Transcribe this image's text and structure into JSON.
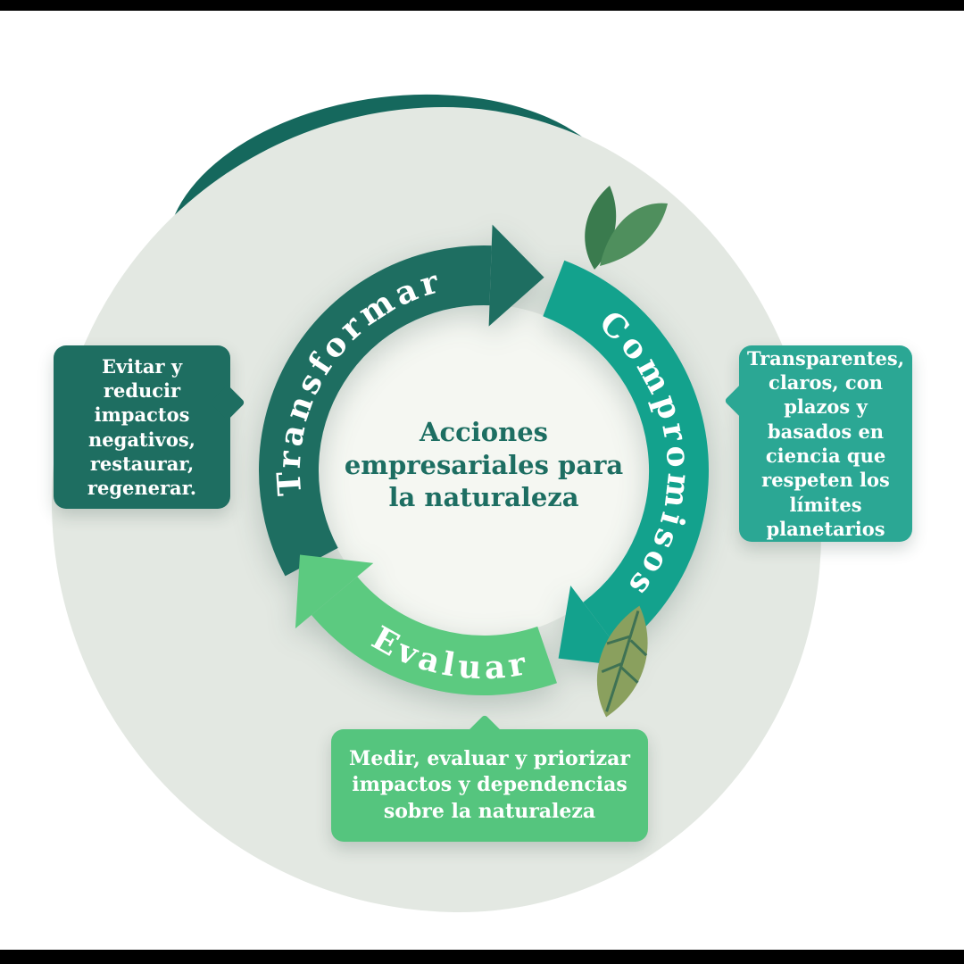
{
  "page": {
    "background_color": "#ffffff",
    "letterbox_color": "#000000"
  },
  "diagram": {
    "center_title": "Acciones empresariales para la naturaleza",
    "center_title_lines": [
      "Acciones",
      "empresariales para",
      "la naturaleza"
    ],
    "center_title_color": "#1d6e62"
  },
  "cycle": {
    "steps": [
      {
        "label": "Transformar",
        "color": "#1e6e61"
      },
      {
        "label": "Compromisos",
        "color": "#13a28d"
      },
      {
        "label": "Evaluar",
        "color": "#5cca80"
      }
    ]
  },
  "callouts": {
    "left": {
      "text": "Evitar y reducir impactos negativos, restaurar, regenerar.",
      "color": "#1e6e61"
    },
    "right": {
      "text": "Transparentes, claros, con plazos y basados en ciencia que respeten los límites planetarios",
      "color": "#2ba794"
    },
    "bottom": {
      "text": "Medir, evaluar y priorizar impactos y dependencias sobre la naturaleza",
      "color": "#55c57e"
    }
  },
  "decorations": {
    "background_blob_color": "#e3e8e2",
    "background_accent_color": "#15685d",
    "inner_circle_color": "#f5f7f2",
    "leaf_dark_color": "#3a7b4e",
    "leaf_mid_color": "#4f8f5d",
    "leaf_olive_color": "#8aa05e",
    "leaf_vein_color": "#3f7254"
  }
}
